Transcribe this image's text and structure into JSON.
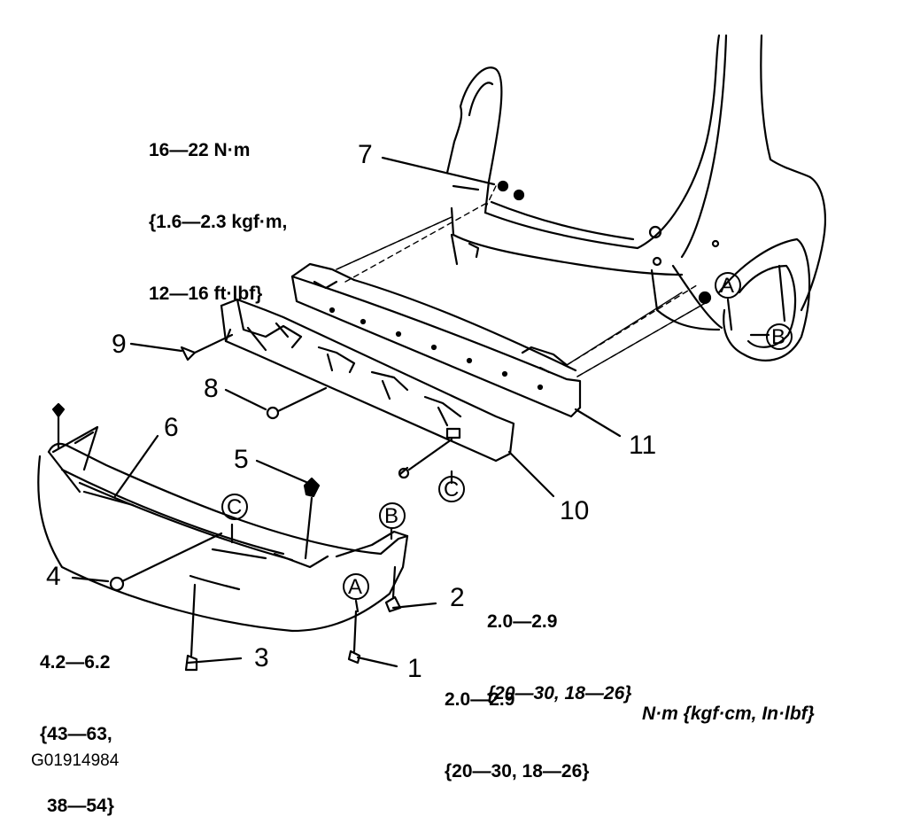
{
  "torque_specs": {
    "top": [
      "16—22 N·m",
      "{1.6—2.3 kgf·m,",
      "12—16 ft·lbf}"
    ],
    "item4": [
      "4.2—6.2",
      "{43—63,",
      "38—54}"
    ],
    "item2": [
      "2.0—2.9",
      "{20—30, 18—26}"
    ],
    "item1": [
      "2.0—2.9",
      "{20—30, 18—26}"
    ]
  },
  "units_legend": "N·m {kgf·cm, In·lbf}",
  "figure_id": "G01914984",
  "callouts": {
    "c1": "1",
    "c2": "2",
    "c3": "3",
    "c4": "4",
    "c5": "5",
    "c6": "6",
    "c7": "7",
    "c8": "8",
    "c9": "9",
    "c10": "10",
    "c11": "11"
  },
  "reference_letters": {
    "a1": "A",
    "a2": "A",
    "b1": "B",
    "b2": "B",
    "c1": "C",
    "c2": "C"
  }
}
